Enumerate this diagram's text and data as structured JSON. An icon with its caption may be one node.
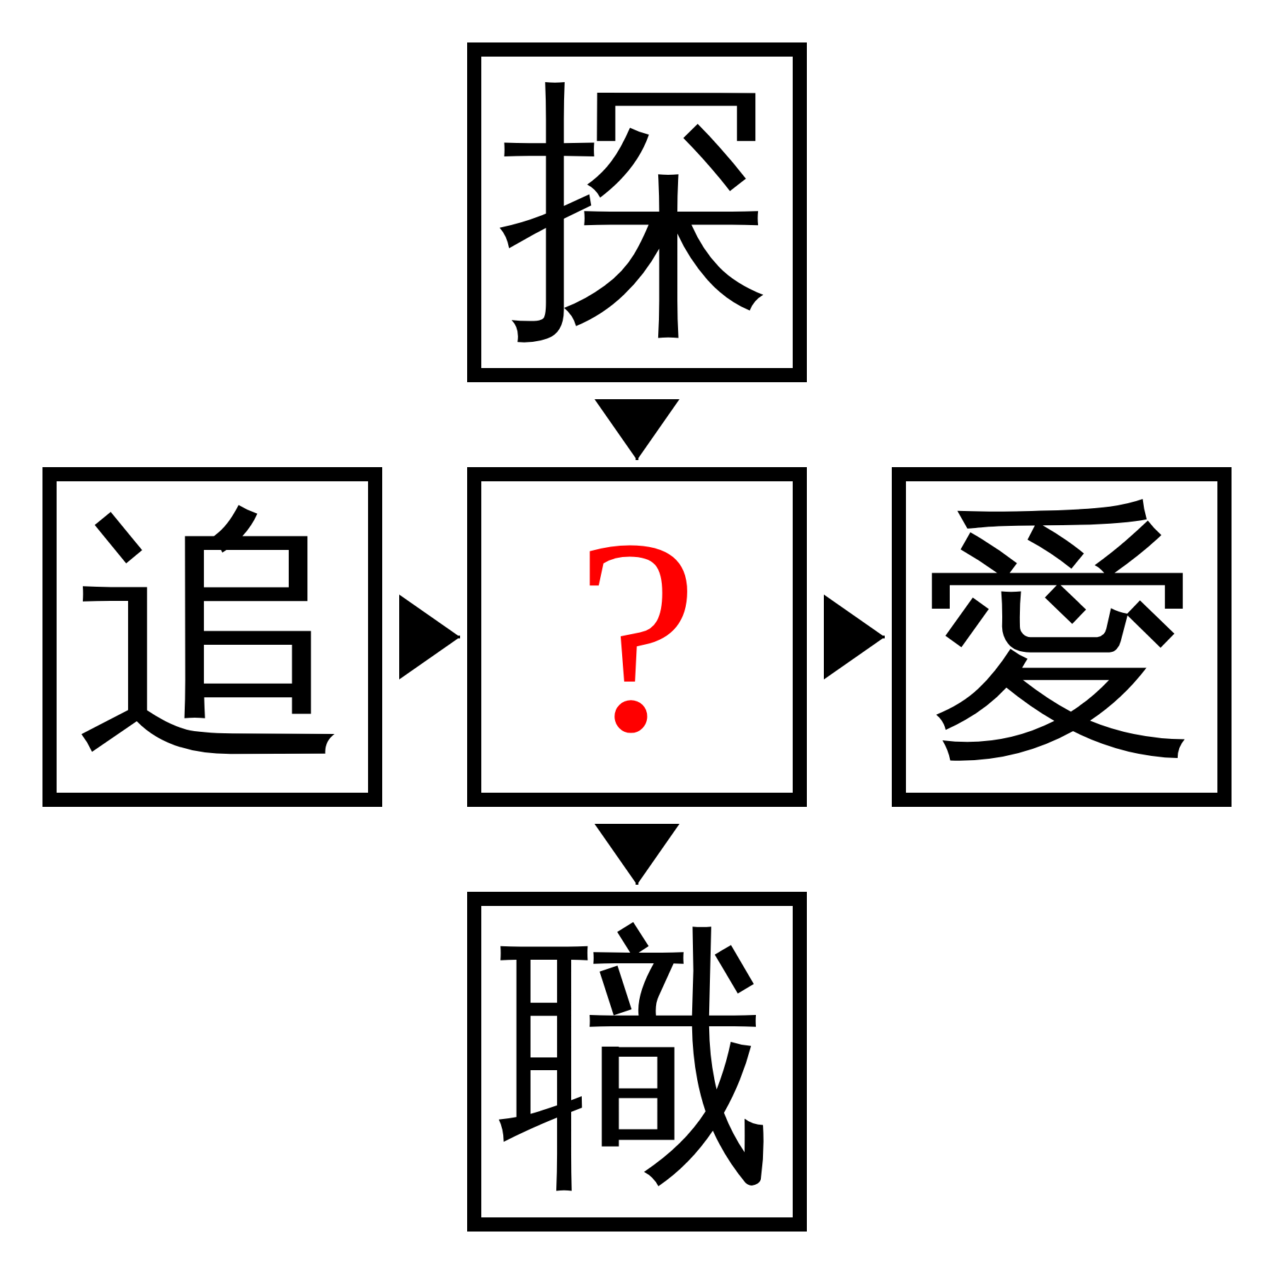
{
  "diagram": {
    "nodes": [
      {
        "text": [
          "探"
        ]
      },
      {
        "text": [
          "追"
        ]
      },
      {
        "text": [
          "?"
        ]
      },
      {
        "text": [
          "愛"
        ]
      },
      {
        "text": [
          "職"
        ]
      }
    ],
    "edges": [
      {
        "from": 0,
        "to": 2,
        "arrow": "to"
      },
      {
        "from": 1,
        "to": 2,
        "arrow": "to"
      },
      {
        "from": 2,
        "to": 3,
        "arrow": "to"
      },
      {
        "from": 2,
        "to": 4,
        "arrow": "to"
      }
    ]
  }
}
